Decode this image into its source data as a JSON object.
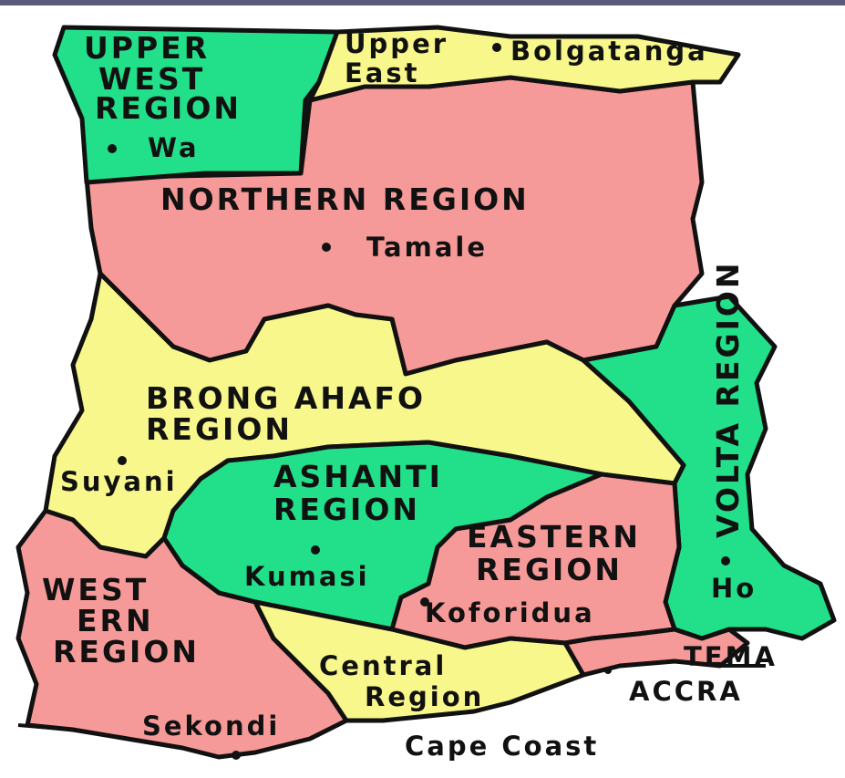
{
  "colors": {
    "green": "#22e08a",
    "pink": "#f59a98",
    "yellow": "#f7f78c",
    "border": "#111111",
    "top_rule": "#5a5a7a"
  },
  "regions": {
    "upper_west": {
      "name_line1": "UPPER",
      "name_line2": "WEST",
      "name_line3": "REGION",
      "capital": "Wa"
    },
    "upper_east": {
      "name_line1": "Upper",
      "name_line2": "East",
      "capital": "Bolgatanga"
    },
    "northern": {
      "name": "NORTHERN REGION",
      "capital": "Tamale"
    },
    "brong_ahafo": {
      "name_line1": "BRONG AHAFO",
      "name_line2": "REGION",
      "capital": "Suyani"
    },
    "ashanti": {
      "name_line1": "ASHANTI",
      "name_line2": "REGION",
      "capital": "Kumasi"
    },
    "eastern": {
      "name_line1": "EASTERN",
      "name_line2": "REGION",
      "capital": "Koforidua"
    },
    "volta": {
      "name": "VOLTA REGION",
      "capital": "Ho"
    },
    "western": {
      "name_line1": "WEST",
      "name_line2": "ERN",
      "name_line3": "REGION",
      "capital": "Sekondi"
    },
    "central": {
      "name_line1": "Central",
      "name_line2": "Region",
      "capital": "Cape Coast"
    },
    "greater_accra": {
      "name_line1": "TEMA",
      "name_line2": "ACCRA"
    }
  }
}
